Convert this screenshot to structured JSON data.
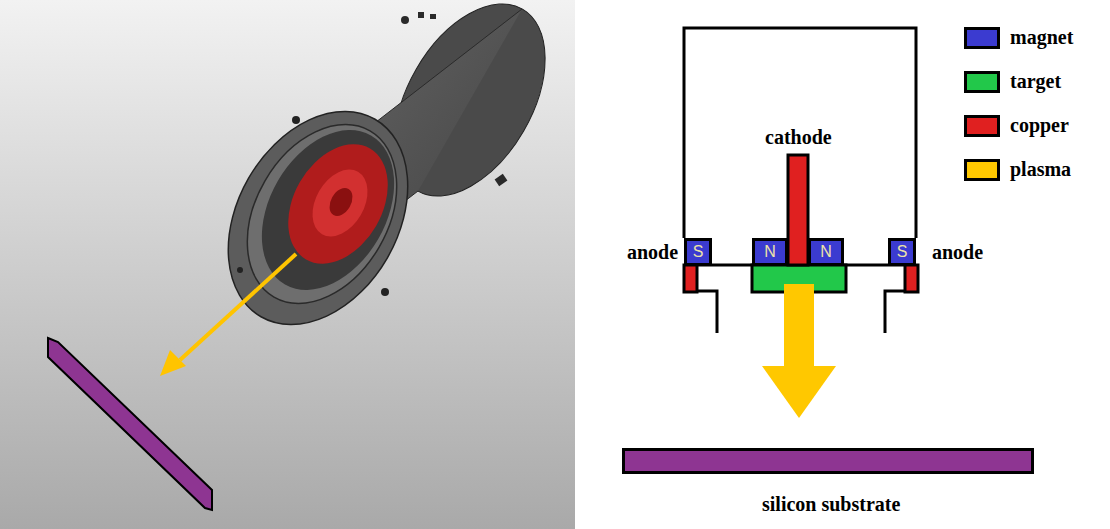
{
  "diagram": {
    "nodes": [
      {
        "text": [
          "S"
        ]
      },
      {
        "text": [
          "N"
        ]
      },
      {
        "text": [
          "N"
        ]
      },
      {
        "text": [
          "S"
        ]
      },
      {
        "text": [
          "silicon substrate"
        ]
      }
    ],
    "labels": [
      "cathode",
      "anode",
      "anode"
    ],
    "legend": [
      {
        "text": "magnet",
        "color": "#3b3bd0"
      },
      {
        "text": "target",
        "color": "#22c84a"
      },
      {
        "text": "copper",
        "color": "#e02020"
      },
      {
        "text": "plasma",
        "color": "#ffc800"
      }
    ]
  }
}
